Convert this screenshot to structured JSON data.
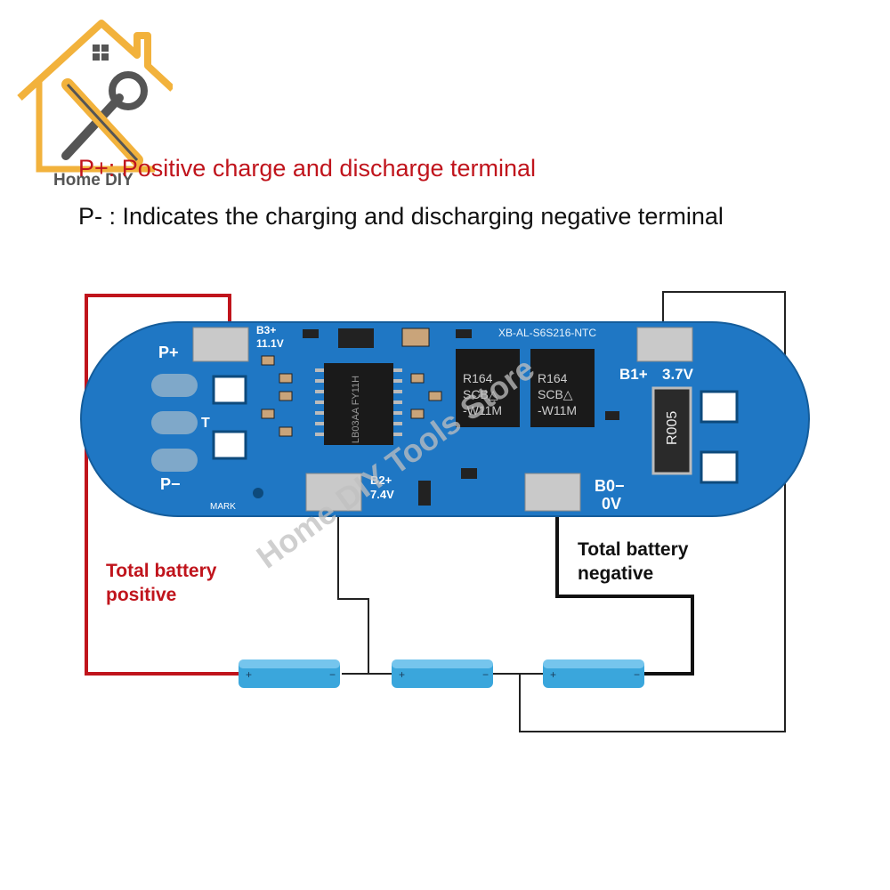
{
  "logo": {
    "brand_text": "Home DIY"
  },
  "legend": {
    "p_plus": "P+: Positive charge and discharge terminal",
    "p_minus": "P- : Indicates the charging and discharging negative terminal",
    "p_plus_color": "#c0141c",
    "p_minus_color": "#111111"
  },
  "board": {
    "title_silk": "XB-AL-S6S216-NTC",
    "pads": {
      "p_plus": "P+",
      "t": "T",
      "p_minus": "P−",
      "b3": "B3+",
      "b3_v": "11.1V",
      "b1": "B1+",
      "b1_v": "3.7V",
      "b2": "B2+",
      "b2_v": "7.4V",
      "b0": "B0−",
      "b0_v": "0V"
    },
    "ic_main": "LB03AA FY11H",
    "mosfet_1": [
      "R164",
      "SCB△",
      "-W11M"
    ],
    "mosfet_2": [
      "R164",
      "SCB△",
      "-W11M"
    ],
    "shunt": "R005",
    "mark": "MARK",
    "board_color": "#1f77c4"
  },
  "watermark": "Home DIY Tools Store",
  "labels": {
    "total_positive": [
      "Total battery",
      "positive"
    ],
    "total_negative": [
      "Total battery",
      "negative"
    ]
  },
  "cells": [
    {
      "plus": "+",
      "minus": "−"
    },
    {
      "plus": "+",
      "minus": "−"
    },
    {
      "plus": "+",
      "minus": "−"
    }
  ],
  "colors": {
    "positive_wire": "#c0141c",
    "negative_wire": "#111111",
    "wire": "#222222",
    "cell": "#3aa6dc"
  }
}
